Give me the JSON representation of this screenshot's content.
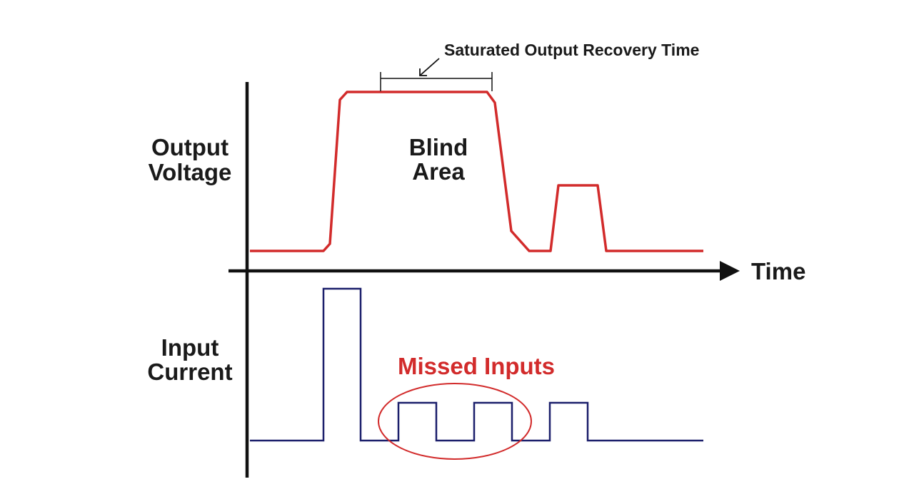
{
  "labels": {
    "output_voltage": [
      "Output",
      "Voltage"
    ],
    "input_current": [
      "Input",
      "Current"
    ],
    "time_axis": "Time",
    "blind_area": [
      "Blind",
      "Area"
    ],
    "recovery_time": "Saturated Output Recovery Time",
    "missed_inputs": "Missed Inputs"
  },
  "colors": {
    "axis": "#111111",
    "output_trace": "#d22b2b",
    "input_trace": "#1b1f6b",
    "missed_highlight": "#d22b2b",
    "text": "#1a1a1a"
  }
}
